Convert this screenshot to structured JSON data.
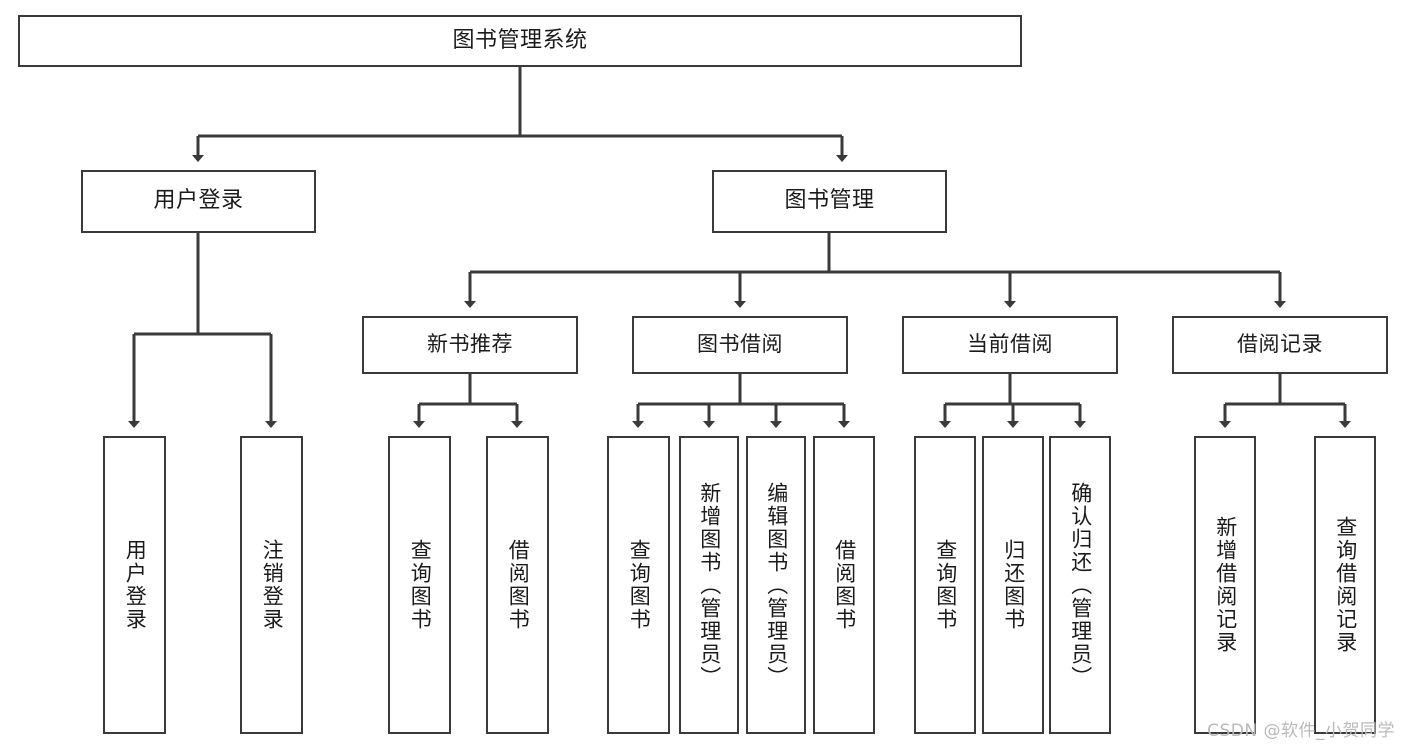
{
  "diagram": {
    "title": "图书管理系统",
    "watermark": "CSDN @软件_小贺同学",
    "accent_color": "#3a3a3a",
    "background_color": "#ffffff",
    "text_color": "#1b1b1b",
    "root": {
      "label": "图书管理系统"
    },
    "level2": [
      {
        "label": "用户登录"
      },
      {
        "label": "图书管理"
      }
    ],
    "level3": [
      {
        "label": "新书推荐"
      },
      {
        "label": "图书借阅"
      },
      {
        "label": "当前借阅"
      },
      {
        "label": "借阅记录"
      }
    ],
    "leaves": {
      "user_login": [
        {
          "label": "用户登录"
        },
        {
          "label": "注销登录"
        }
      ],
      "new_book": [
        {
          "label": "查询图书"
        },
        {
          "label": "借阅图书"
        }
      ],
      "book_borrow": [
        {
          "label": "查询图书"
        },
        {
          "label": "新增图书（管理员）"
        },
        {
          "label": "编辑图书（管理员）"
        },
        {
          "label": "借阅图书"
        }
      ],
      "current_borrow": [
        {
          "label": "查询图书"
        },
        {
          "label": "归还图书"
        },
        {
          "label": "确认归还（管理员）"
        }
      ],
      "borrow_record": [
        {
          "label": "新增借阅记录"
        },
        {
          "label": "查询借阅记录"
        }
      ]
    }
  }
}
